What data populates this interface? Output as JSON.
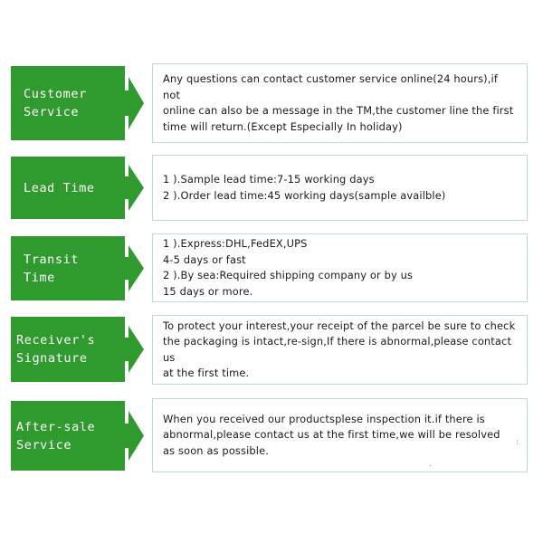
{
  "theme": {
    "green": "#2f9a2e",
    "panel_border": "#bcd9d8",
    "label_text_color": "#ffffff",
    "body_text_color": "#1a1a1a",
    "background": "#ffffff"
  },
  "rows": [
    {
      "label": "Customer\nService",
      "body": "Any questions can contact customer service online(24 hours),if not\nonline can also be a message in the TM,the customer line the first\ntime will return.(Except Especially In holiday)"
    },
    {
      "label": "Lead Time",
      "body": "1 ).Sample lead time:7-15 working days\n2 ).Order lead time:45 working days(sample availble)"
    },
    {
      "label": "Transit\nTime",
      "body": "1 ).Express:DHL,FedEX,UPS\n              4-5 days or fast\n2 ).By sea:Required shipping company or by us\n              15 days or more."
    },
    {
      "label": "Receiver's\nSignature",
      "body": "To protect your interest,your receipt of the parcel be sure to check\nthe packaging is intact,re-sign,If there is abnormal,please contact us\nat the first time."
    },
    {
      "label": "After-sale\nService",
      "body": "When you received our productsplese inspection it.if there is\nabnormal,please contact us at the first time,we will be resolved\nas soon as possible."
    }
  ],
  "artifacts": {
    "speck_colon": ":",
    "speck_dot": "."
  }
}
